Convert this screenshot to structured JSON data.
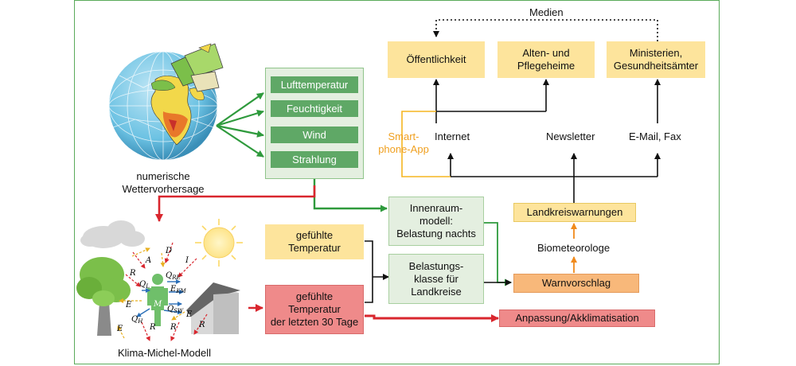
{
  "labels": {
    "medien": "Medien",
    "oeffentlichkeit": "Öffentlichkeit",
    "alten_line1": "Alten- und",
    "alten_line2": "Pflegeheime",
    "ministerien_line1": "Ministerien,",
    "ministerien_line2": "Gesundheitsämter",
    "smartphone_line1": "Smart-",
    "smartphone_line2": "phone-App",
    "internet": "Internet",
    "newsletter": "Newsletter",
    "email_fax": "E-Mail, Fax",
    "nwv_line1": "numerische",
    "nwv_line2": "Wettervorhersage",
    "lufttemperatur": "Lufttemperatur",
    "feuchtigkeit": "Feuchtigkeit",
    "wind": "Wind",
    "strahlung": "Strahlung",
    "innenraum_line1": "Innenraum-",
    "innenraum_line2": "modell:",
    "innenraum_line3": "Belastung nachts",
    "landkreiswarnungen": "Landkreiswarnungen",
    "biometeorologe": "Biometeorologe",
    "gefuehlte_line1": "gefühlte",
    "gefuehlte_line2": "Temperatur",
    "belastung_line1": "Belastungs-",
    "belastung_line2": "klasse für",
    "belastung_line3": "Landkreise",
    "warnvorschlag": "Warnvorschlag",
    "gefuehlte30_line1": "gefühlte",
    "gefuehlte30_line2": "Temperatur",
    "gefuehlte30_line3": "der letzten 30 Tage",
    "anpassung": "Anpassung/Akklimatisation",
    "klima_michel": "Klima-Michel-Modell"
  },
  "symbols": {
    "A": "A",
    "D": "D",
    "I": "I",
    "R": "R",
    "QL_main": "Q",
    "QL_sub": "L",
    "QRE_main": "Q",
    "QRE_sub": "RE",
    "EKM_main": "E",
    "EKM_sub": "KM",
    "E": "E",
    "M": "M",
    "QH_main": "Q",
    "QH_sub": "H",
    "QSW_main": "Q",
    "QSW_sub": "SW"
  },
  "colors": {
    "yellow_box": "#fde49c",
    "green_button": "#5fa866",
    "green_arrow": "#2e9a3c",
    "red_arrow": "#d9262e",
    "orange_arrow": "#f08a1c",
    "smartphone_text": "#f0a020"
  }
}
